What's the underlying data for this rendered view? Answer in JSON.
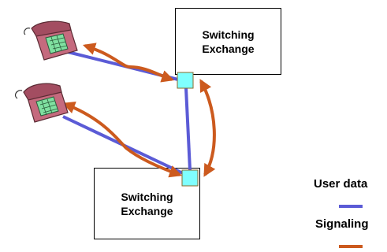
{
  "exchanges": [
    {
      "id": "top",
      "line1": "Switching",
      "line2": "Exchange"
    },
    {
      "id": "bottom",
      "line1": "Switching",
      "line2": "Exchange"
    }
  ],
  "legend": {
    "user_data": "User data",
    "signaling": "Signaling"
  },
  "colors": {
    "user_data": "#5b5bd6",
    "signaling": "#cc5a1e",
    "node_fill": "#7fffff",
    "phone_body": "#c56a7e",
    "phone_keypad": "#7fe0a0"
  },
  "icons": [
    "telephone-icon",
    "telephone-icon"
  ]
}
